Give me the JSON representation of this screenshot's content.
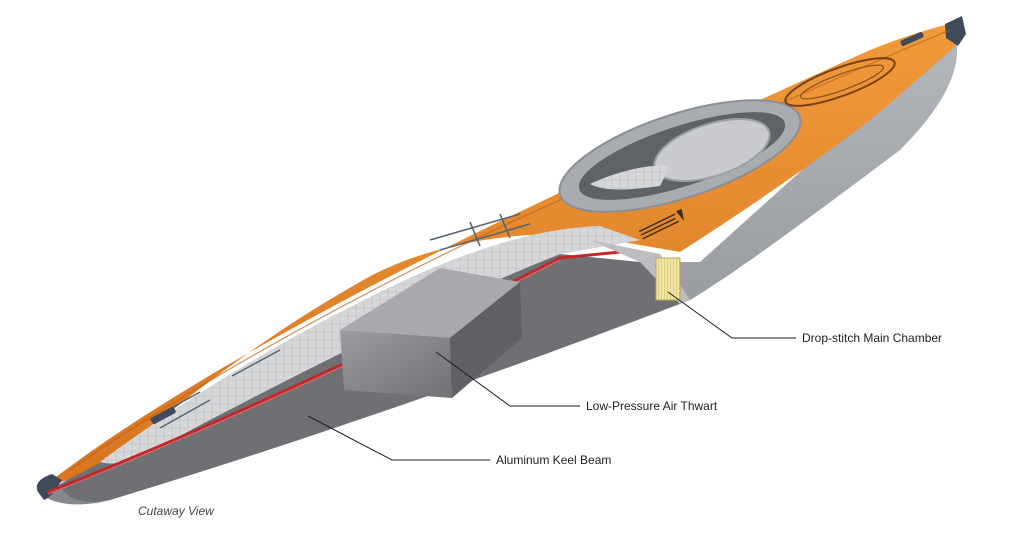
{
  "callouts": {
    "main_chamber": "Drop-stitch Main Chamber",
    "air_thwart": "Low-Pressure Air Thwart",
    "keel_beam": "Aluminum Keel Beam"
  },
  "caption": "Cutaway View",
  "colors": {
    "deck_orange": "#e8882c",
    "deck_dark": "#c96a18",
    "hull_gray": "#9ea1a6",
    "hull_dark": "#6e7176",
    "cutaway_gray": "#8b8d90",
    "inner_light": "#d8d9db",
    "keel_red": "#c0282a",
    "coaming_gray": "#a8abb0",
    "chamber_yellow": "#efe3a0"
  }
}
